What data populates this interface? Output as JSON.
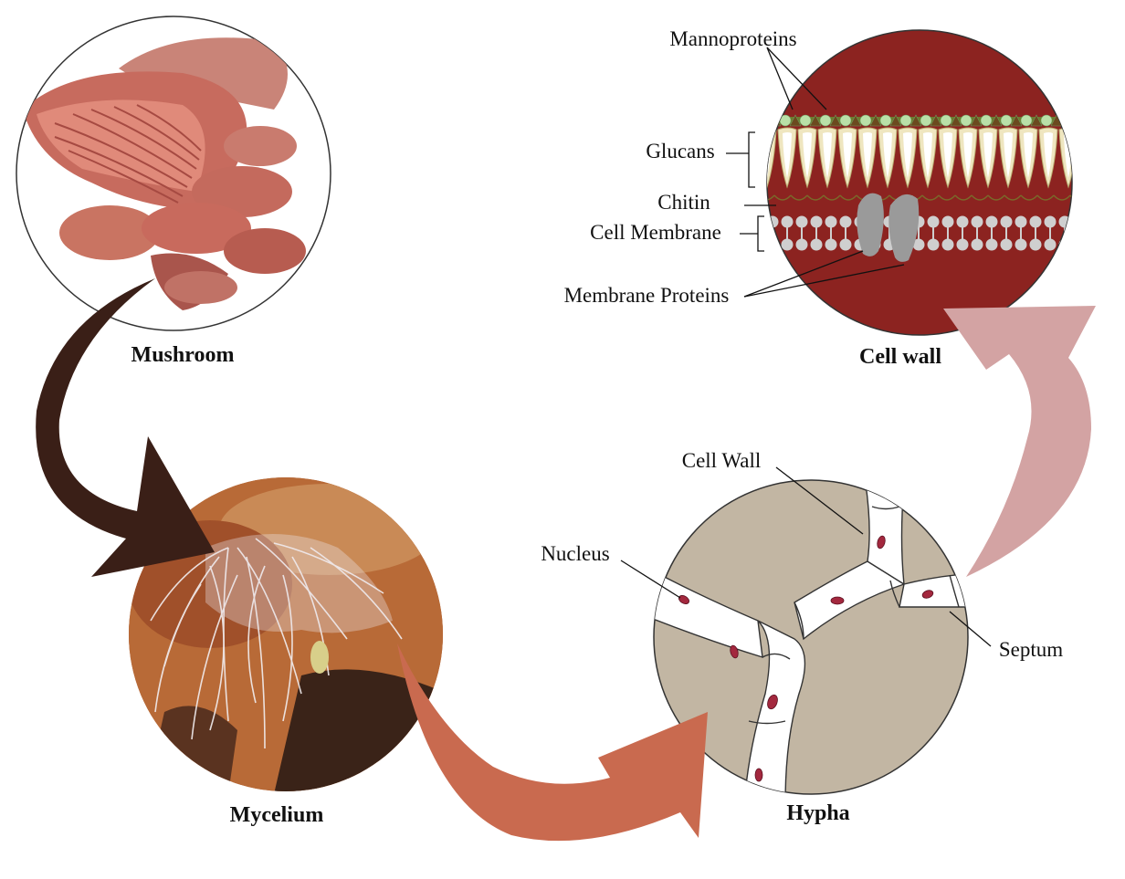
{
  "stages": {
    "mushroom": "Mushroom",
    "mycelium": "Mycelium",
    "hypha": "Hypha",
    "cell_wall": "Cell wall"
  },
  "hypha_labels": {
    "cell_wall": "Cell Wall",
    "nucleus": "Nucleus",
    "septum": "Septum"
  },
  "cell_wall_labels": {
    "mannoproteins": "Mannoproteins",
    "glucans": "Glucans",
    "chitin": "Chitin",
    "cell_membrane": "Cell Membrane",
    "membrane_proteins": "Membrane Proteins"
  },
  "colors": {
    "arrow_mushroom_to_mycelium": "#3a1f17",
    "arrow_mycelium_to_hypha": "#c96a4f",
    "arrow_hypha_to_cellwall": "#d3a3a3",
    "cell_wall_bg": "#8c2320",
    "hypha_bg": "#c2b6a3",
    "nucleus": "#a3283e",
    "mannoprotein_bead": "#b9e0a8",
    "glucan": "#efe6c0",
    "membrane": "#cfcfcf"
  }
}
